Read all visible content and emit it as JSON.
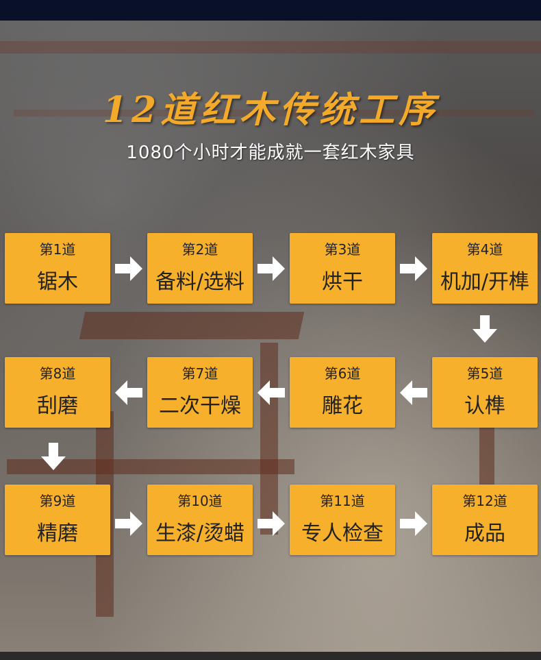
{
  "header": {
    "title": "12道红木传统工序",
    "subtitle": "1080个小时才能成就一套红木家具"
  },
  "steps": [
    {
      "num": "第1道",
      "name": "锯木"
    },
    {
      "num": "第2道",
      "name": "备料/选料"
    },
    {
      "num": "第3道",
      "name": "烘干"
    },
    {
      "num": "第4道",
      "name": "机加/开榫"
    },
    {
      "num": "第5道",
      "name": "认榫"
    },
    {
      "num": "第6道",
      "name": "雕花"
    },
    {
      "num": "第7道",
      "name": "二次干燥"
    },
    {
      "num": "第8道",
      "name": "刮磨"
    },
    {
      "num": "第9道",
      "name": "精磨"
    },
    {
      "num": "第10道",
      "name": "生漆/烫蜡"
    },
    {
      "num": "第11道",
      "name": "专人检查"
    },
    {
      "num": "第12道",
      "name": "成品"
    }
  ],
  "colors": {
    "box": "#f7b02b",
    "title": "#f3a92a",
    "arrow": "#ffffff"
  },
  "icons": {
    "arrow_right": "arrow-right-icon",
    "arrow_left": "arrow-left-icon",
    "arrow_down": "arrow-down-icon"
  }
}
